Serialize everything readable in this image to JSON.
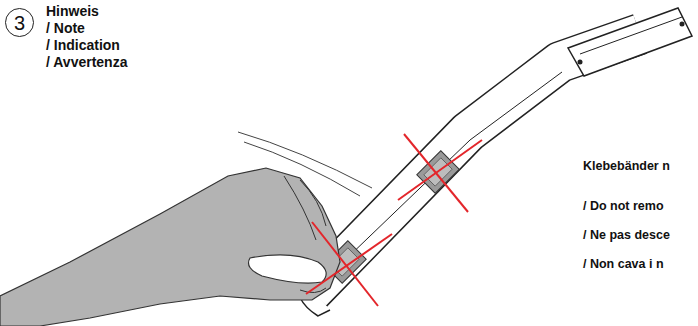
{
  "diagram": {
    "nodes": [
      {
        "text": [
          "3"
        ]
      }
    ],
    "labels": [
      "Hinweis",
      "/ Note",
      "/ Indication",
      "/ Avvertenza",
      "Klebebänder n",
      "/ Do not remo",
      "/ Ne pas desce",
      "/ Non cava i n"
    ]
  }
}
